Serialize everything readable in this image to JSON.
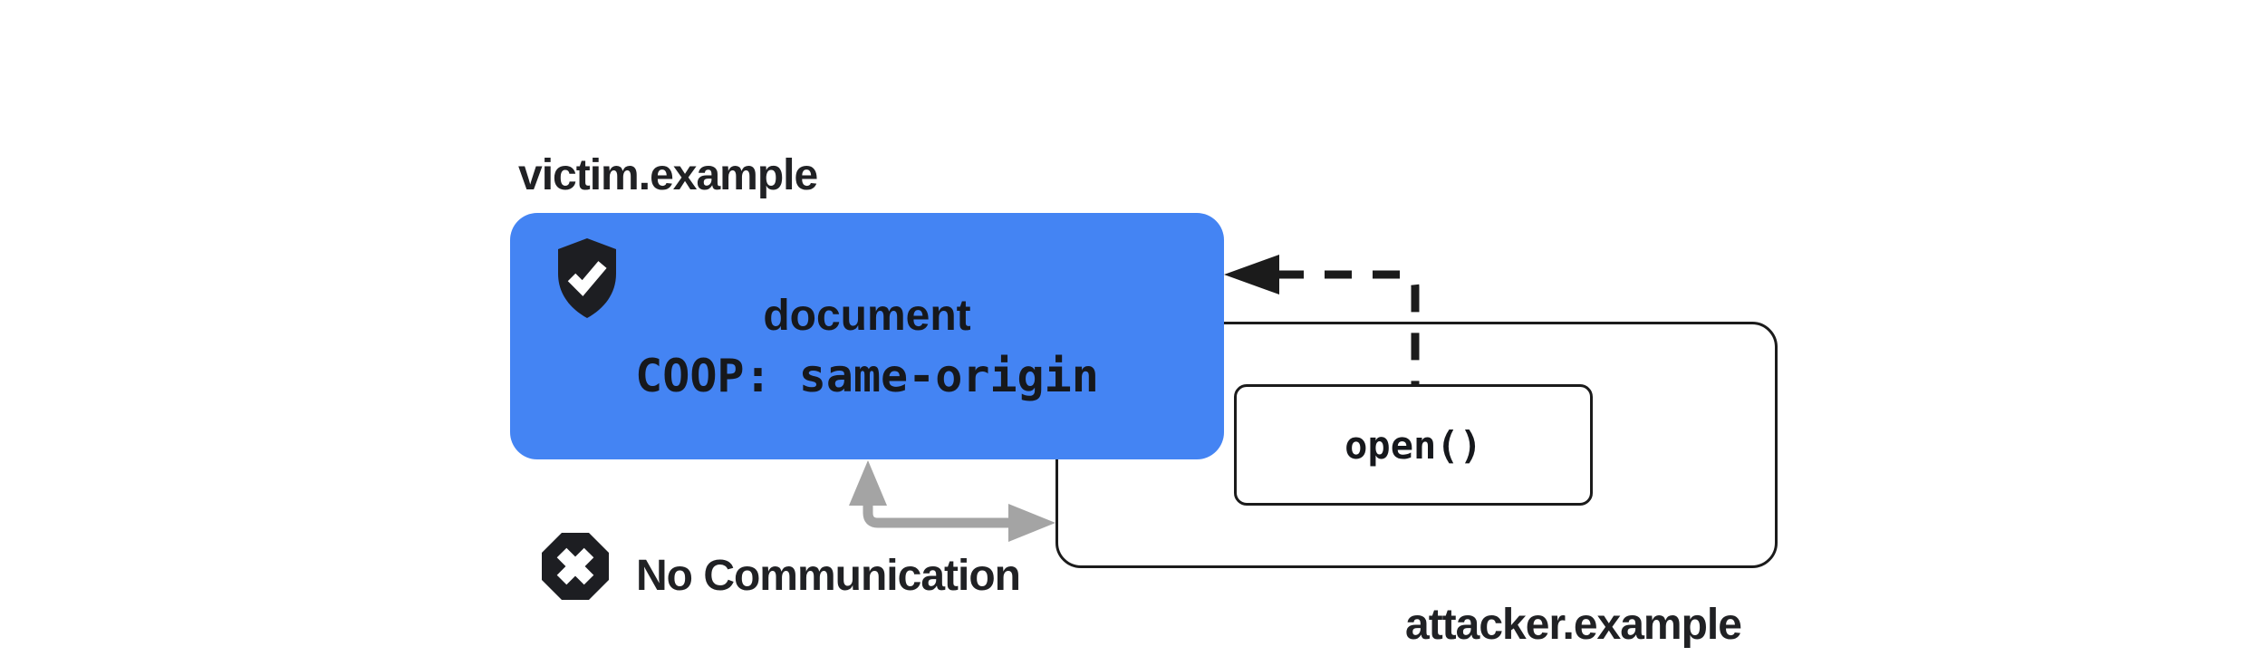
{
  "colors": {
    "background": "#ffffff",
    "victim_box_fill": "#4484f3",
    "dark_ink": "#202124",
    "line_black": "#1b1b1b",
    "arrow_gray": "#a4a4a4"
  },
  "victim": {
    "domain_label": "victim.example",
    "document_line": "document",
    "coop_header_line": "COOP: same-origin",
    "icon": "shield-check-icon"
  },
  "attacker": {
    "domain_label": "attacker.example",
    "open_call_label": "open()"
  },
  "relationship": {
    "no_communication_label": "No Communication",
    "icon": "octagon-x-icon",
    "opener_arrow": "dashed-arrow-left-icon",
    "blocked_channel_arrow": "gray-elbow-double-arrow-icon"
  }
}
